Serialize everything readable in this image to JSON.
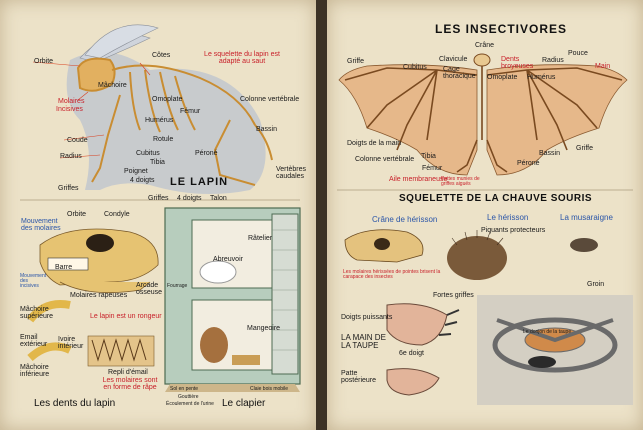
{
  "left_poster": {
    "title": "LE LAPIN",
    "subtitle_red": "Le squelette du lapin est adapté au saut",
    "skeleton_labels": {
      "orbite": "Orbite",
      "cotes": "Côtes",
      "machoire": "Mâchoire",
      "molaires": "Molaires",
      "incisives": "Incisives",
      "omoplate": "Omoplate",
      "colonne": "Colonne vertébrale",
      "humerus": "Humérus",
      "femur": "Fémur",
      "bassin": "Bassin",
      "coude": "Coude",
      "rotule": "Rotule",
      "radius": "Radius",
      "cubitus": "Cubitus",
      "tibia": "Tibia",
      "perone": "Péroné",
      "poignet": "Poignet",
      "doigts4": "4 doigts",
      "vertebres": "Vertèbres caudales",
      "griffes_a": "Griffes",
      "griffes_b": "Griffes",
      "doigts4b": "4 doigts",
      "talon": "Talon"
    },
    "skull_labels": {
      "mouvement_molaires": "Mouvement des molaires",
      "orbite": "Orbite",
      "condyle": "Condyle",
      "barre": "Barre",
      "mouvement_incisives": "Mouvement des incisives",
      "arcade": "Arcade osseuse",
      "molaires_rapeuses": "Molaires rapeuses",
      "machoire_sup": "Mâchoire supérieure",
      "rongeur": "Le lapin est un rongeur",
      "email_ext": "Email extérieur",
      "ivoire": "Ivoire intérieur",
      "machoire_inf": "Mâchoire inférieure",
      "repli": "Repli d'émail",
      "molaires_rape": "Les molaires sont en forme de râpe",
      "dents_caption": "Les dents du lapin"
    },
    "hutch_labels": {
      "ratelier": "Râtelier",
      "abreuvoir": "Abreuvoir",
      "fourrage": "Fourrage",
      "mangeoire": "Mangeoire",
      "sol": "Sol en pente",
      "claie": "Claie bois mobile",
      "gouttiere": "Gouttière",
      "ecoulement": "Écoulement de l'urine",
      "clapier_caption": "Le clapier"
    }
  },
  "right_poster": {
    "title": "LES INSECTIVORES",
    "bat_labels": {
      "crane": "Crâne",
      "griffe_l": "Griffe",
      "cubitus": "Cubitus",
      "clavicule": "Clavicule",
      "cage": "Cage thoracique",
      "dents_broyeuses": "Dents broyeuses",
      "pouce": "Pouce",
      "radius": "Radius",
      "main": "Main",
      "omoplate": "Omoplate",
      "humerus": "Humérus",
      "doigts_main": "Doigts de la main",
      "colonne": "Colonne vertébrale",
      "tibia": "Tibia",
      "femur": "Fémur",
      "aile": "Aile membraneuse",
      "pattes": "Pattes munies de griffes aiguës",
      "bassin": "Bassin",
      "griffe_r": "Griffe",
      "perone": "Péroné"
    },
    "section_title": "SQUELETTE DE LA CHAUVE SOURIS",
    "herisson_labels": {
      "crane_herisson": "Crâne de hérisson",
      "le_herisson": "Le hérisson",
      "musaraigne": "La musaraigne",
      "piquants": "Piquants protecteurs",
      "molaires_note": "Les molaires hérissées de pointes brisent la carapace des insectes",
      "groin": "Groin"
    },
    "taupe_labels": {
      "fortes_griffes": "Fortes griffes",
      "doigts_puissants": "Doigts puissants",
      "main_taupe": "LA MAIN DE LA TAUPE",
      "sixieme_doigt": "6e doigt",
      "donjon": "Le donjon de la taupe",
      "patte_post": "Patte postérieure"
    }
  },
  "colors": {
    "paper": "#ece2c8",
    "red_accent": "#c8202a",
    "blue_accent": "#2a55a8",
    "bone": "#e2b060",
    "wing": "#e6b88a"
  }
}
